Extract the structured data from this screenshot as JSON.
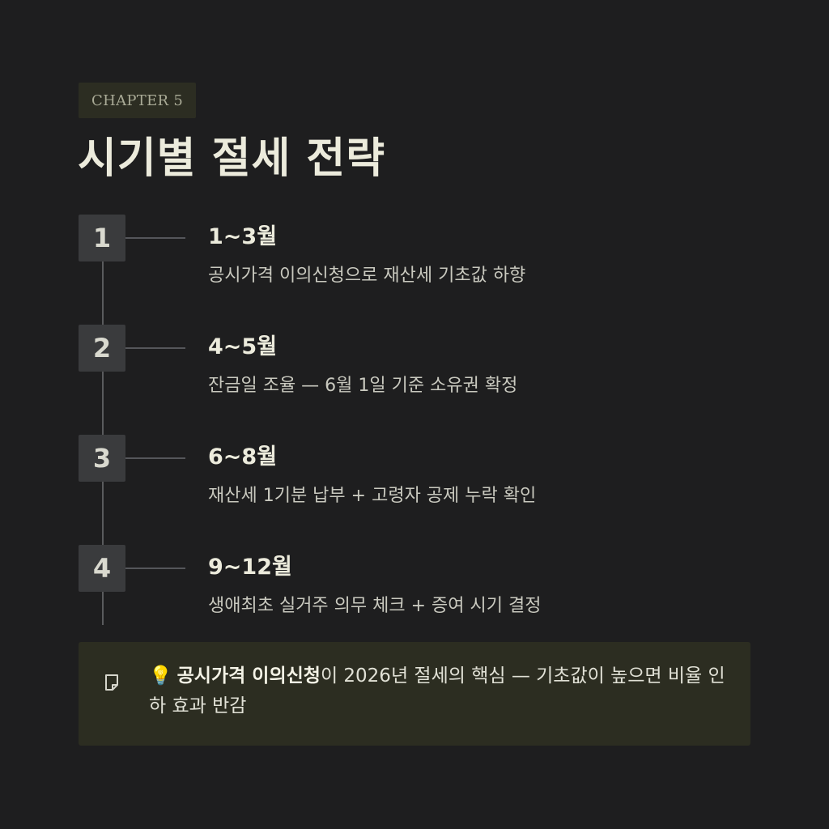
{
  "chapter": "CHAPTER 5",
  "title": "시기별 절세 전략",
  "steps": [
    {
      "number": "1",
      "period": "1~3월",
      "desc": "공시가격 이의신청으로 재산세 기초값 하향"
    },
    {
      "number": "2",
      "period": "4~5월",
      "desc": "잔금일 조율 — 6월 1일 기준 소유권 확정"
    },
    {
      "number": "3",
      "period": "6~8월",
      "desc": "재산세 1기분 납부 + 고령자 공제 누락 확인"
    },
    {
      "number": "4",
      "period": "9~12월",
      "desc": "생애최초 실거주 의무 체크 + 증여 시기 결정"
    }
  ],
  "note": {
    "icon": "note-icon",
    "bulb": "💡",
    "highlight": "공시가격 이의신청",
    "text": "이 2026년 절세의 핵심 — 기초값이 높으면 비율 인하 효과 반감"
  },
  "colors": {
    "background": "#1e1e1f",
    "accent_box": "#2c2d21",
    "step_box": "#3a3b3d",
    "title": "#ecebdc"
  }
}
